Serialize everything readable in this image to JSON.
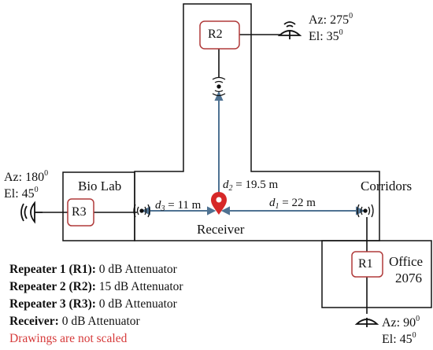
{
  "rooms": {
    "bio_lab": "Bio Lab",
    "corridors": "Corridors",
    "receiver": "Receiver",
    "office_line1": "Office",
    "office_line2": "2076"
  },
  "repeaters": {
    "r1": {
      "label": "R1",
      "az": "Az: 90",
      "el": "El: 45",
      "unit": "0"
    },
    "r2": {
      "label": "R2",
      "az": "Az: 275",
      "el": "El: 35",
      "unit": "0"
    },
    "r3": {
      "label": "R3",
      "az": "Az: 180",
      "el": "El: 45",
      "unit": "0"
    }
  },
  "distances": {
    "d1": {
      "var": "d",
      "sub": "1",
      "value": "= 22 m"
    },
    "d2": {
      "var": "d",
      "sub": "2",
      "value": "= 19.5 m"
    },
    "d3": {
      "var": "d",
      "sub": "3",
      "value": "= 11 m"
    }
  },
  "legend": [
    {
      "key": "Repeater 1 (R1):",
      "value": "0 dB Attenuator"
    },
    {
      "key": "Repeater 2 (R2):",
      "value": "15 dB Attenuator"
    },
    {
      "key": "Repeater 3 (R3):",
      "value": "0 dB Attenuator"
    },
    {
      "key": "Receiver:",
      "value": "0 dB Attenuator"
    }
  ],
  "note": "Drawings are not scaled",
  "colors": {
    "wall": "#111111",
    "repeater_border": "#b03a3a",
    "link": "#4f7292",
    "pin": "#d62828",
    "note": "#d63a3a"
  },
  "icons": {
    "antenna_r2": "dish-antenna-icon",
    "antenna_r1": "dish-antenna-icon",
    "antenna_r3": "dish-antenna-icon",
    "signal": "signal-waves-icon",
    "receiver": "location-pin-icon"
  }
}
